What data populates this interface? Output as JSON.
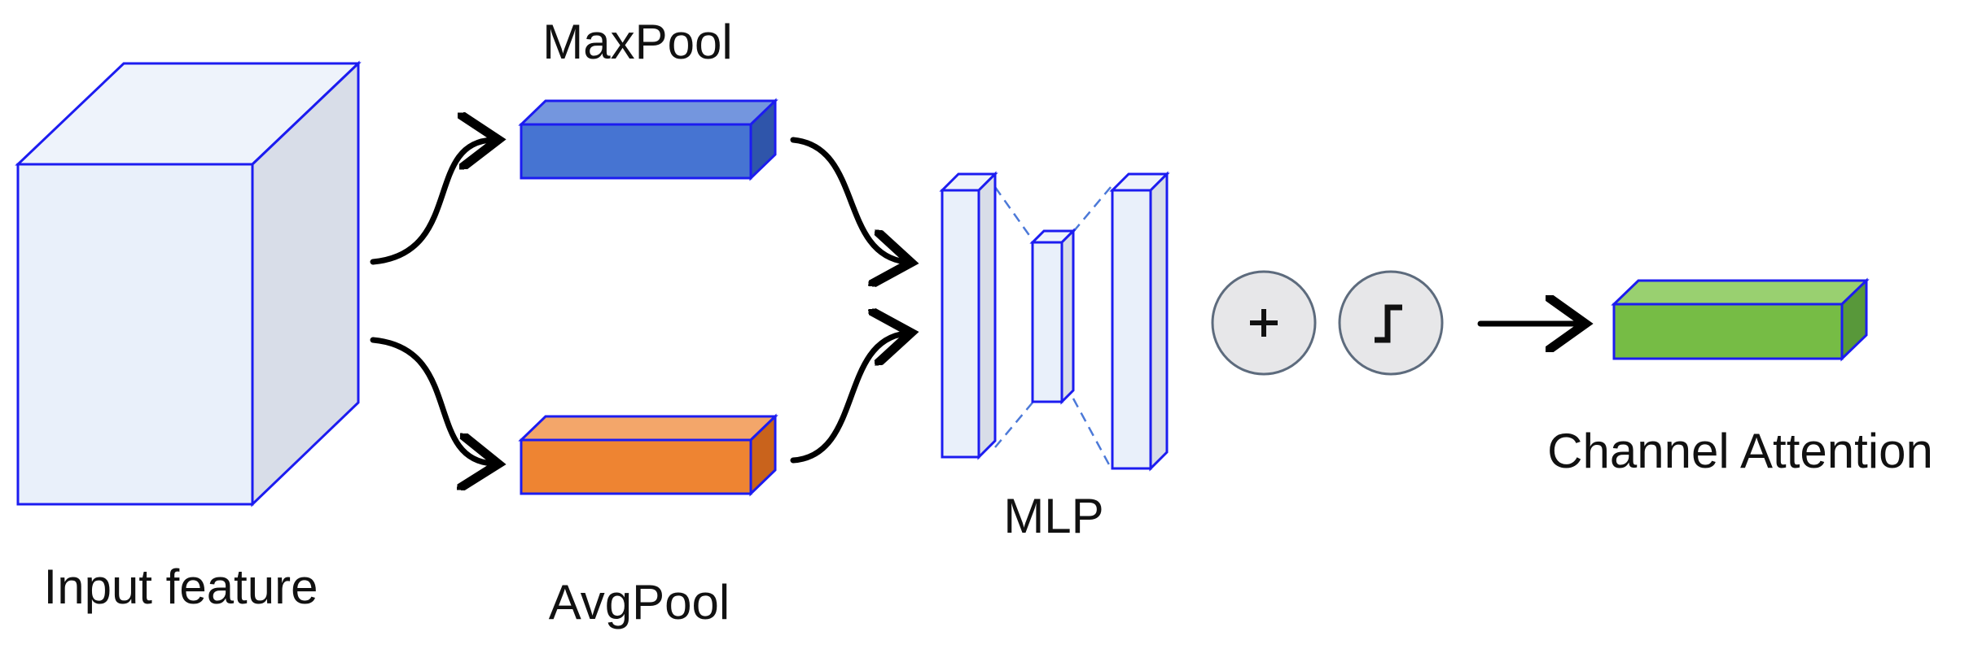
{
  "labels": {
    "input_feature": "Input feature",
    "maxpool": "MaxPool",
    "avgpool": "AvgPool",
    "mlp": "MLP",
    "channel_attention": "Channel Attention"
  },
  "operators": {
    "sum_icon": "plus-icon",
    "sigmoid_icon": "step-icon"
  },
  "colors": {
    "cube_front": "#e9f0fa",
    "cube_top": "#eef3fb",
    "cube_side": "#d8dde8",
    "outline": "#1c1cf0",
    "maxpool_front": "#4674d2",
    "maxpool_top": "#7496de",
    "maxpool_side": "#2f55aa",
    "avgpool_front": "#ee8432",
    "avgpool_top": "#f3a66a",
    "avgpool_side": "#c9631c",
    "output_front": "#76bc45",
    "output_top": "#99d070",
    "output_side": "#58983a",
    "arrow": "#000000",
    "operator_fill": "#e7e7e9",
    "operator_stroke": "#5d6b7d",
    "dashed": "#4c79d8"
  }
}
